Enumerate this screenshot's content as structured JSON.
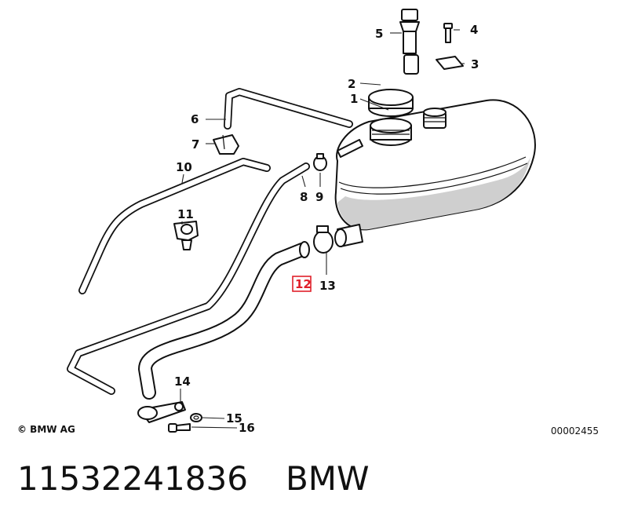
{
  "callouts": [
    "1",
    "2",
    "3",
    "4",
    "5",
    "6",
    "7",
    "8",
    "9",
    "10",
    "11",
    "12",
    "13",
    "14",
    "15",
    "16"
  ],
  "highlighted_callout": "12",
  "highlight_color": "#e0202a",
  "copyright": "© BMW AG",
  "drawing_number": "00002455",
  "part_number": "11532241836",
  "brand": "BMW"
}
